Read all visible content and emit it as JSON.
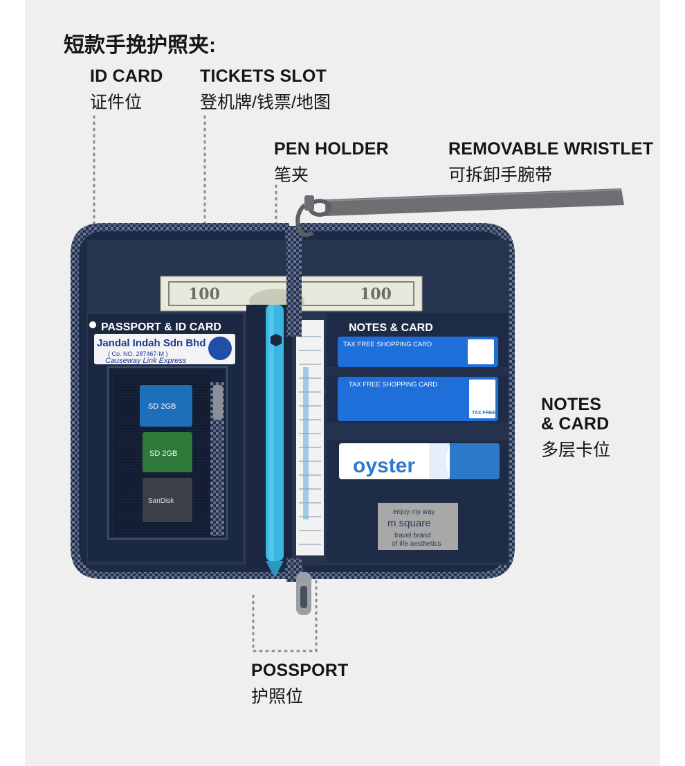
{
  "heading": "短款手挽护照夹:",
  "labels": {
    "id_card": {
      "en": "ID CARD",
      "cn": "证件位"
    },
    "tickets_slot": {
      "en": "TICKETS SLOT",
      "cn": "登机牌/钱票/地图"
    },
    "pen_holder": {
      "en": "PEN HOLDER",
      "cn": "笔夹"
    },
    "removable_wristlet": {
      "en": "REMOVABLE WRISTLET",
      "cn": "可拆卸手腕带"
    },
    "notes_card_side": {
      "en1": "NOTES",
      "en2": "& CARD",
      "cn": "多层卡位"
    },
    "possport": {
      "en": "POSSPORT",
      "cn": "护照位"
    }
  },
  "wallet": {
    "printed_labels": {
      "passport_id": "PASSPORT & ID CARD",
      "notes_card": "NOTES & CARD"
    },
    "id_card": {
      "line1": "Jandal Indah Sdn Bhd",
      "line2": "( Co. NO. 287467-M )",
      "line3": "Causeway Link Express"
    },
    "tax_free_card": "TAX FREE SHOPPING CARD",
    "tax_free_badge": "TAX FREE",
    "oyster_card": "oyster",
    "brand_tag": {
      "top": "enjoy my way",
      "name": "m square",
      "sub1": "travel brand",
      "sub2": "of life aesthetics"
    },
    "sd_cards": [
      "SD 2GB",
      "SD 2GB",
      "SanDisk"
    ]
  },
  "colors": {
    "wallet_navy": "#1c2a45",
    "wallet_lining": "#2a3858",
    "pen_blue": "#38b6e0",
    "card_blue": "#1e6fd9",
    "oyster_blue": "#2c79c9",
    "background": "#efefef"
  }
}
